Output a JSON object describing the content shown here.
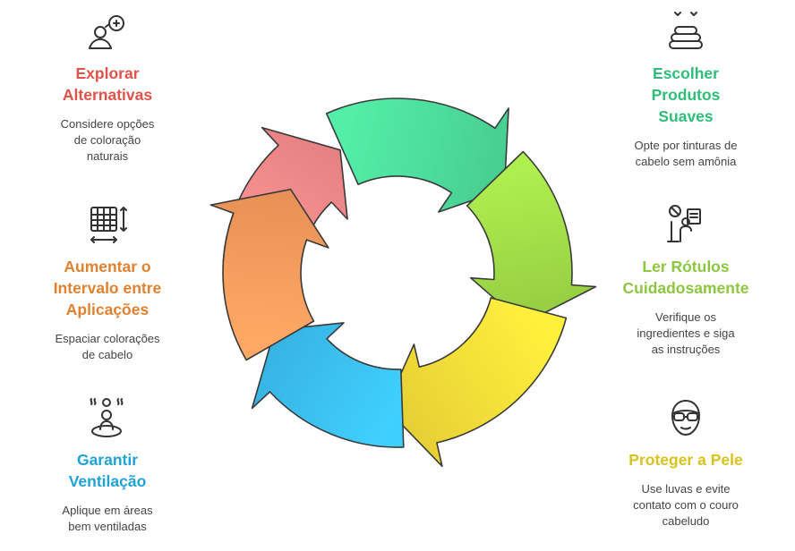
{
  "items": [
    {
      "title": "Explorar\nAlternativas",
      "desc": "Considere opções\nde coloração\nnaturais",
      "color": "#E0524A",
      "icon": "person-thinking-icon"
    },
    {
      "title": "Aumentar o\nIntervalo entre\nAplicações",
      "desc": "Espaciar colorações\nde cabelo",
      "color": "#E0812F",
      "icon": "calendar-grid-icon"
    },
    {
      "title": "Garantir\nVentilação",
      "desc": "Aplique em áreas\nbem ventiladas",
      "color": "#1FA3D6",
      "icon": "ventilation-person-icon"
    },
    {
      "title": "Escolher\nProdutos\nSuaves",
      "desc": "Opte por tinturas de\ncabelo sem amônia",
      "color": "#2FBE7A",
      "icon": "soft-towels-icon"
    },
    {
      "title": "Ler Rótulos\nCuidadosamente",
      "desc": "Verifique os\ningredientes e siga\nas instruções",
      "color": "#8DC63F",
      "icon": "reading-label-icon"
    },
    {
      "title": "Proteger a Pele",
      "desc": "Use luvas e evite\ncontato com o couro\ncabeludo",
      "color": "#D9C21E",
      "icon": "face-goggles-icon"
    }
  ],
  "cycle": {
    "segments": [
      {
        "name": "explorar",
        "color": "#FF8F8F"
      },
      {
        "name": "escolher",
        "color": "#4FE3A0"
      },
      {
        "name": "ler",
        "color": "#A6E34A"
      },
      {
        "name": "proteger",
        "color": "#FFE53A"
      },
      {
        "name": "ventilacao",
        "color": "#3DC6FA"
      },
      {
        "name": "intervalo",
        "color": "#FFA060"
      }
    ]
  }
}
